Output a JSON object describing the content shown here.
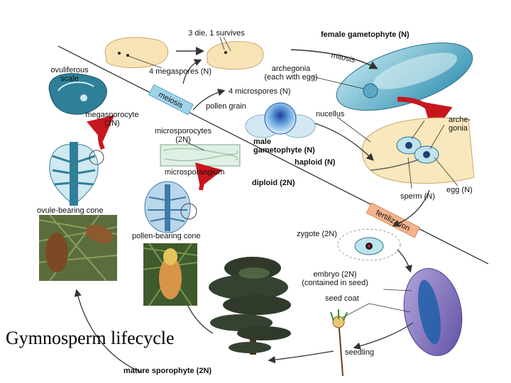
{
  "caption": "Gymnosperm lifecycle",
  "labels": {
    "three_die": "3 die, 1 survives",
    "four_megaspores": "4 megaspores (N)",
    "female_gametophyte": "female gametophyte (N)",
    "mitosis": "mitosis",
    "archegonia_line1": "archegonia",
    "archegonia_line2": "(each with egg)",
    "ovuliferous_line1": "ovuliferous",
    "ovuliferous_line2": "scale",
    "meiosis": "meiosis",
    "four_microspores": "4 microspores (N)",
    "pollen_grain": "pollen grain",
    "nucellus": "nucellus",
    "archegonia2_line1": "arche-",
    "archegonia2_line2": "gonia",
    "megasporocyte_line1": "megasporocyte",
    "megasporocyte_line2": "(2N)",
    "microsporocytes_line1": "microsporocytes",
    "microsporocytes_line2": "(2N)",
    "male_gametophyte_line1": "male",
    "male_gametophyte_line2": "gametophyte (N)",
    "haploid": "haploid (N)",
    "microsporangium": "microsporangium",
    "diploid": "diploid (2N)",
    "sperm": "sperm (N)",
    "egg": "egg (N)",
    "ovule_bearing_cone": "ovule-bearing cone",
    "fertilization": "fertilization",
    "zygote": "zygote (2N)",
    "pollen_bearing_cone": "pollen-bearing cone",
    "embryo_line1": "embryo (2N)",
    "embryo_line2": "(contained in seed)",
    "seed_coat": "seed coat",
    "seedling": "seedling",
    "mature_sporophyte": "mature sporophyte (2N)"
  },
  "colors": {
    "meiosis_box": "#9fd3ea",
    "fertilization_box": "#f5b48c",
    "red_arrow": "#c8161e",
    "tissue_blue": "#3a8fb0",
    "tissue_light": "#cfe9f1",
    "gametophyte_pale": "#f8e6b8",
    "embryo_purple": "#7a6fb5"
  }
}
